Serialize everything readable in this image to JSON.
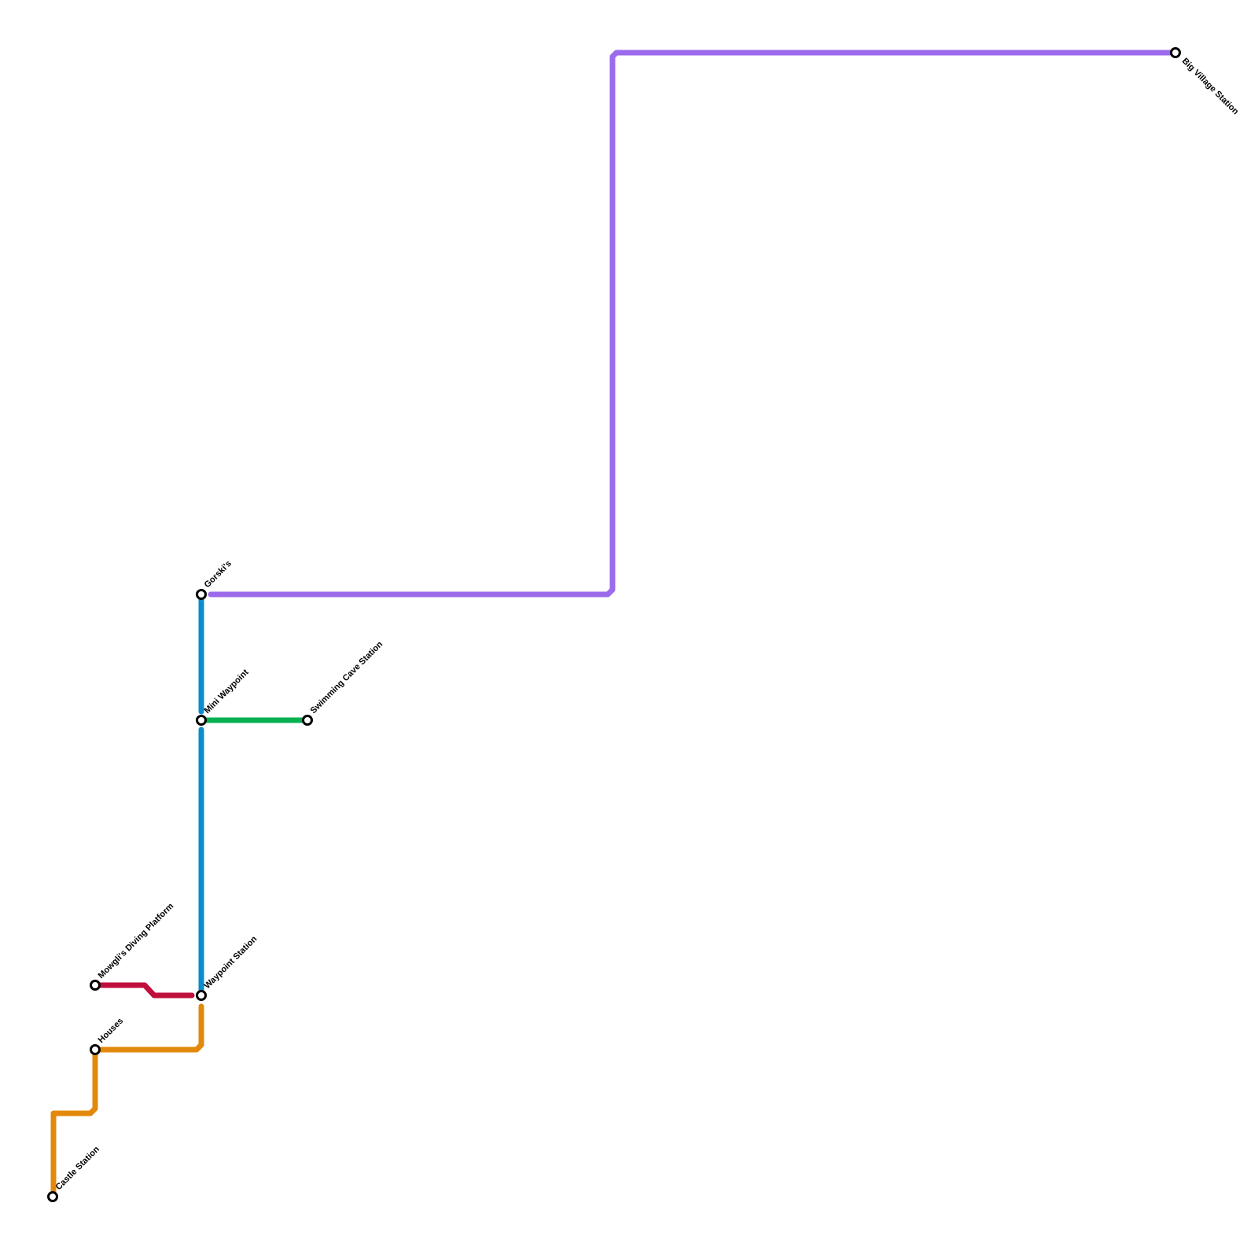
{
  "map": {
    "lines": [
      {
        "id": "purple",
        "color": "#9b6bec"
      },
      {
        "id": "blue",
        "color": "#0b8ccd"
      },
      {
        "id": "green",
        "color": "#05b052"
      },
      {
        "id": "red",
        "color": "#bf103c"
      },
      {
        "id": "orange",
        "color": "#e2890c"
      }
    ],
    "stations": [
      {
        "id": "big-village",
        "name": "Big Village Station"
      },
      {
        "id": "gorskis",
        "name": "Gorski's"
      },
      {
        "id": "mini-waypoint",
        "name": "Mini Waypoint"
      },
      {
        "id": "swimming-cave",
        "name": "Swimming Cave Station"
      },
      {
        "id": "mowglis-diving",
        "name": "Mowgli's Diving Platform"
      },
      {
        "id": "waypoint",
        "name": "Waypoint Station"
      },
      {
        "id": "houses",
        "name": "Houses"
      },
      {
        "id": "castle",
        "name": "Castle Station"
      }
    ]
  }
}
